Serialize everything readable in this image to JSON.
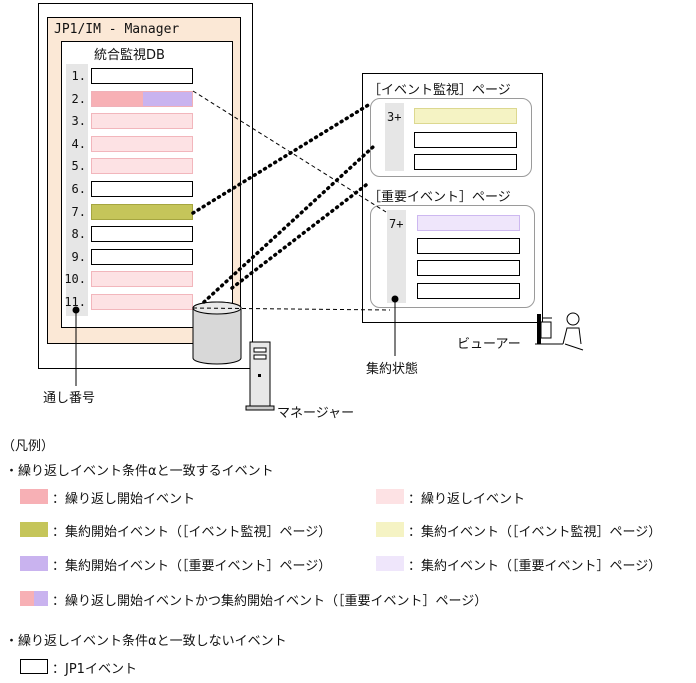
{
  "manager": {
    "title": "JP1/IM - Manager",
    "db_label": "統合監視DB",
    "rows": [
      {
        "num": "1.",
        "fill": "#ffffff",
        "border": "#000000"
      },
      {
        "num": "2.",
        "fill": "split",
        "border": "#f0b0b8"
      },
      {
        "num": "3.",
        "fill": "#fde2e4",
        "border": "#f2b6bc"
      },
      {
        "num": "4.",
        "fill": "#fde2e4",
        "border": "#f2b6bc"
      },
      {
        "num": "5.",
        "fill": "#fde2e4",
        "border": "#f2b6bc"
      },
      {
        "num": "6.",
        "fill": "#ffffff",
        "border": "#000000"
      },
      {
        "num": "7.",
        "fill": "#c5c55a",
        "border": "#a5a540"
      },
      {
        "num": "8.",
        "fill": "#ffffff",
        "border": "#000000"
      },
      {
        "num": "9.",
        "fill": "#ffffff",
        "border": "#000000"
      },
      {
        "num": "10.",
        "fill": "#fde2e4",
        "border": "#f2b6bc"
      },
      {
        "num": "11.",
        "fill": "#fde2e4",
        "border": "#f2b6bc"
      }
    ]
  },
  "viewer": {
    "event_page_label": "［イベント監視］ページ",
    "event_page_count": "3+",
    "important_page_label": "［重要イベント］ページ",
    "important_page_count": "7+"
  },
  "labels": {
    "serial_number": "通し番号",
    "aggregation_state": "集約状態",
    "viewer": "ビューアー",
    "manager": "マネージャー"
  },
  "legend": {
    "title": "（凡例）",
    "match_heading": "・繰り返しイベント条件αと一致するイベント",
    "items": [
      {
        "text": "：繰り返し開始イベント",
        "color": "#f7b0b5"
      },
      {
        "text": "：繰り返しイベント",
        "color": "#fde2e4"
      },
      {
        "text": "：集約開始イベント（［イベント監視］ページ）",
        "color": "#c5c55a"
      },
      {
        "text": "：集約イベント（［イベント監視］ページ）",
        "color": "#f5f3c4"
      },
      {
        "text": "：集約開始イベント（［重要イベント］ページ）",
        "color": "#c9b3ef"
      },
      {
        "text": "：集約イベント（［重要イベント］ページ）",
        "color": "#efe6fb"
      },
      {
        "text": "：繰り返し開始イベントかつ集約開始イベント（［重要イベント］ページ）",
        "color": "split"
      }
    ],
    "nonmatch_heading": "・繰り返しイベント条件αと一致しないイベント",
    "jp1_event": "：JP1イベント"
  }
}
